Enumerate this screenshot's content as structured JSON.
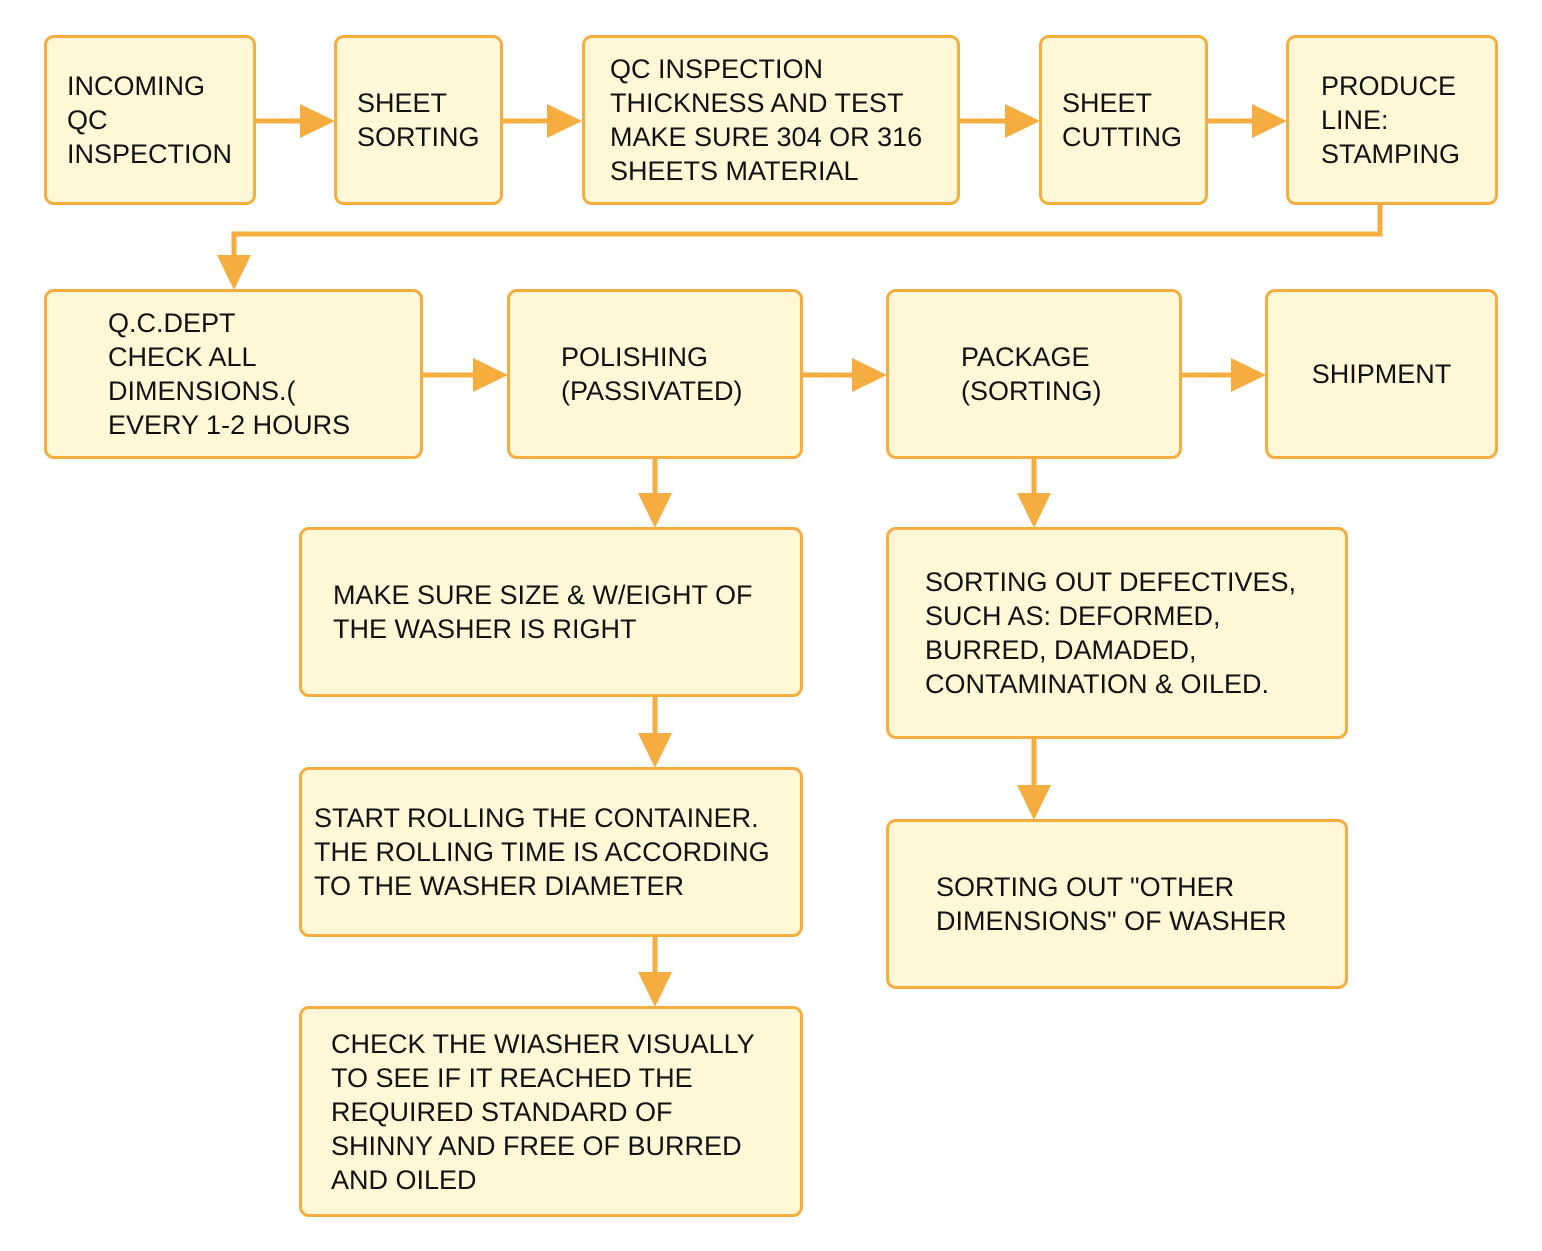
{
  "colors": {
    "box_fill": "#fff8d6",
    "box_border": "#f5ad3f",
    "arrow": "#f5ad3f",
    "text": "#111111"
  },
  "nodes": {
    "incoming_qc": "INCOMING\nQC\nINSPECTION",
    "sheet_sorting": "SHEET\nSORTING",
    "qc_inspection": "QC INSPECTION\nTHICKNESS AND TEST\nMAKE SURE 304 OR 316\nSHEETS MATERIAL",
    "sheet_cutting": "SHEET\nCUTTING",
    "produce_line": "PRODUCE\nLINE:\nSTAMPING",
    "qc_dept": "Q.C.DEPT\nCHECK ALL\nDIMENSIONS.(\nEVERY 1-2 HOURS",
    "polishing": "POLISHING\n(PASSIVATED)",
    "package": "PACKAGE\n(SORTING)",
    "shipment": "SHIPMENT",
    "size_weight": "MAKE SURE SIZE & W/EIGHT OF\nTHE WASHER IS RIGHT",
    "rolling": "START ROLLING THE CONTAINER.\nTHE ROLLING TIME IS ACCORDING\nTO THE WASHER DIAMETER",
    "visual_check": "CHECK THE WIASHER VISUALLY\nTO SEE IF IT REACHED THE\nREQUIRED STANDARD OF\nSHINNY AND FREE OF BURRED\nAND OILED",
    "defectives": "SORTING OUT DEFECTIVES,\nSUCH AS: DEFORMED,\nBURRED, DAMADED,\nCONTAMINATION & OILED.",
    "other_dimensions": "SORTING OUT \"OTHER\nDIMENSIONS\" OF WASHER"
  }
}
